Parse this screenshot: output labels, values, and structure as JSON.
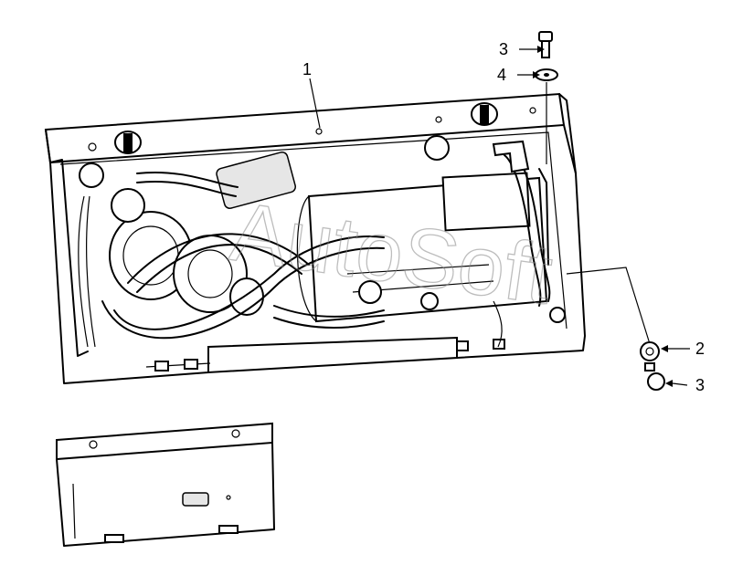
{
  "watermark_text": "AutoSoft",
  "callouts": {
    "part_1": "1",
    "part_2": "2",
    "part_3_top": "3",
    "part_3_bottom": "3",
    "part_4": "4"
  }
}
